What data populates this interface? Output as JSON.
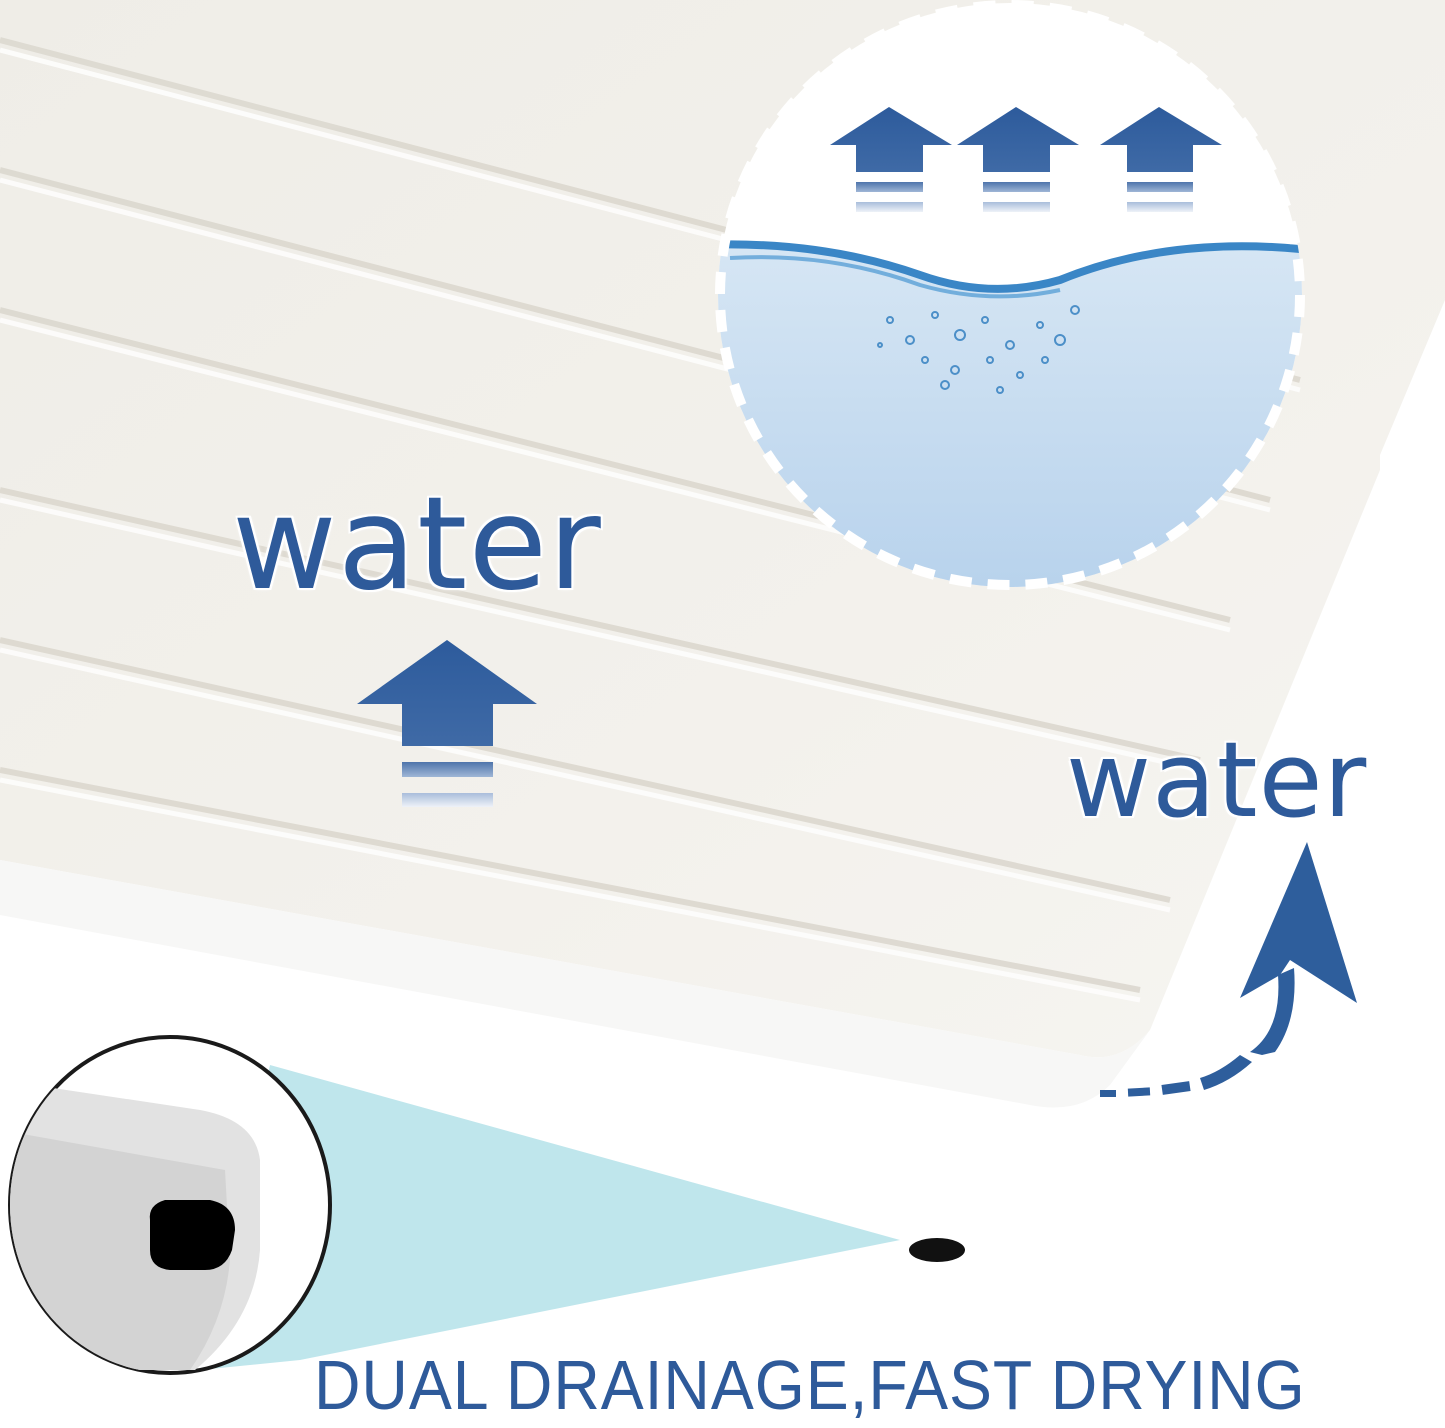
{
  "product_image": {
    "subject": "diatomite bath mat with grooved texture",
    "labels": {
      "top_water": "water",
      "side_water": "water"
    },
    "caption": "DUAL DRAINAGE,FAST DRYING",
    "icons": {
      "circle_inset": "water-absorption-circle",
      "triple_arrows": "up-arrow-icon",
      "single_arrow": "up-arrow-icon",
      "curved_arrow": "curved-up-arrow-icon",
      "detail_inset": "drain-hole-detail"
    },
    "colors": {
      "brand_blue": "#2e5a9a",
      "mat": "#f1efe9",
      "water_light": "#c9ddef",
      "beam": "#bfe6ec",
      "hole": "#000000"
    }
  }
}
